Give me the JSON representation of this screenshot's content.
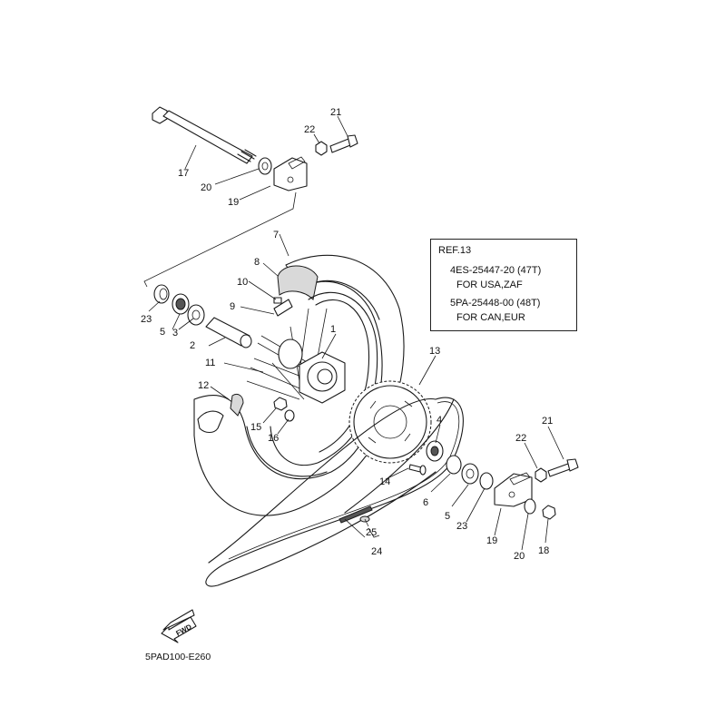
{
  "diagram": {
    "title_code": "5PAD100-E260",
    "fwd_label": "FWD",
    "ref_box": {
      "heading": "REF.13",
      "lines": [
        "4ES-25447-20 (47T)",
        "FOR USA,ZAF",
        "5PA-25448-00 (48T)",
        "FOR CAN,EUR"
      ]
    },
    "callouts": [
      {
        "id": "1",
        "label": "1"
      },
      {
        "id": "2",
        "label": "2"
      },
      {
        "id": "3",
        "label": "3"
      },
      {
        "id": "4",
        "label": "4"
      },
      {
        "id": "5a",
        "label": "5"
      },
      {
        "id": "5b",
        "label": "5"
      },
      {
        "id": "6",
        "label": "6"
      },
      {
        "id": "7",
        "label": "7"
      },
      {
        "id": "8",
        "label": "8"
      },
      {
        "id": "9",
        "label": "9"
      },
      {
        "id": "10",
        "label": "10"
      },
      {
        "id": "11",
        "label": "11"
      },
      {
        "id": "12",
        "label": "12"
      },
      {
        "id": "13",
        "label": "13"
      },
      {
        "id": "14",
        "label": "14"
      },
      {
        "id": "15",
        "label": "15"
      },
      {
        "id": "16",
        "label": "16"
      },
      {
        "id": "17",
        "label": "17"
      },
      {
        "id": "18",
        "label": "18"
      },
      {
        "id": "19a",
        "label": "19"
      },
      {
        "id": "19b",
        "label": "19"
      },
      {
        "id": "20a",
        "label": "20"
      },
      {
        "id": "20b",
        "label": "20"
      },
      {
        "id": "21a",
        "label": "21"
      },
      {
        "id": "21b",
        "label": "21"
      },
      {
        "id": "22a",
        "label": "22"
      },
      {
        "id": "22b",
        "label": "22"
      },
      {
        "id": "23a",
        "label": "23"
      },
      {
        "id": "23b",
        "label": "23"
      },
      {
        "id": "24",
        "label": "24"
      },
      {
        "id": "25",
        "label": "25"
      }
    ]
  }
}
